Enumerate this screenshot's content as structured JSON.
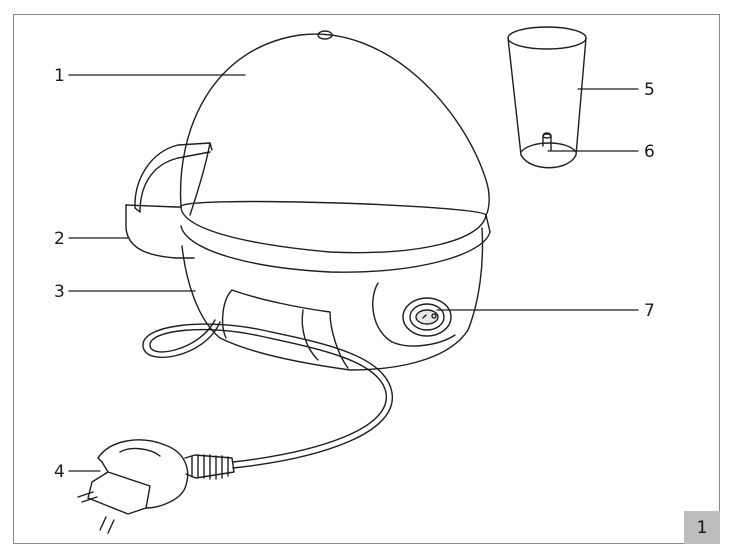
{
  "figure_number": "1",
  "callouts": [
    {
      "number": "1"
    },
    {
      "number": "2"
    },
    {
      "number": "3"
    },
    {
      "number": "4"
    },
    {
      "number": "5"
    },
    {
      "number": "6"
    },
    {
      "number": "7"
    }
  ]
}
